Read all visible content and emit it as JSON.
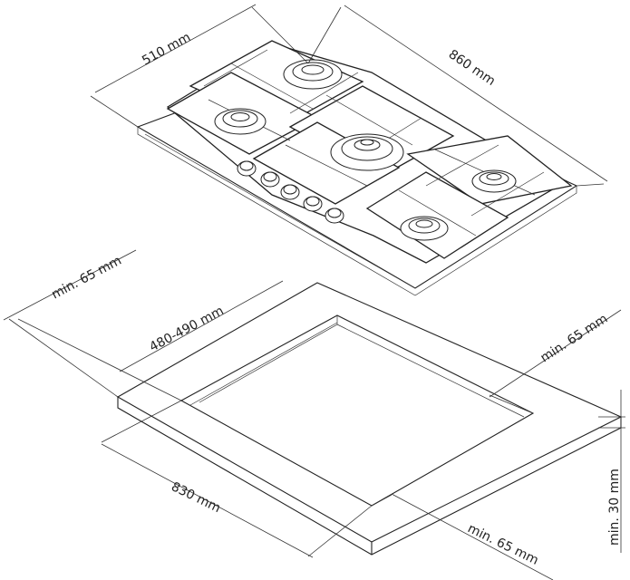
{
  "labels": {
    "depth": "510 mm",
    "width": "860 mm",
    "cut_side_margin": "min. 65 mm",
    "cut_depth": "480-490 mm",
    "cut_back_margin": "min. 65 mm",
    "cut_width": "830 mm",
    "cut_front_margin": "min. 65 mm",
    "thickness": "min. 30 mm"
  },
  "hob": {
    "burners": 5,
    "knobs": 5
  }
}
